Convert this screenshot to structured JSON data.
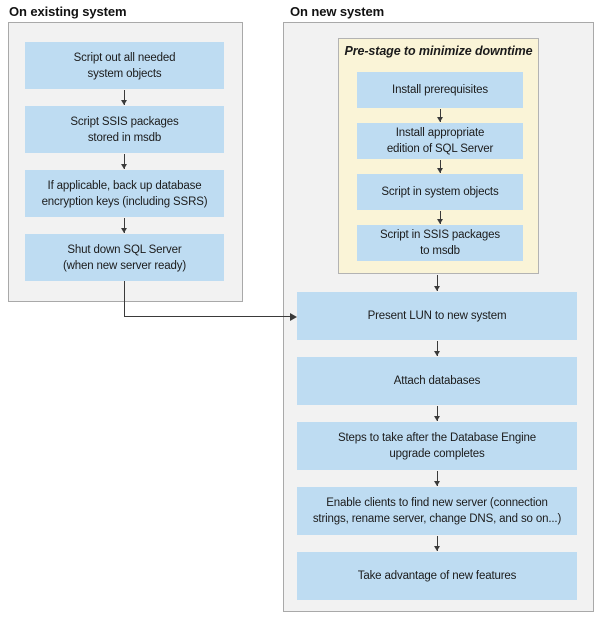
{
  "colors": {
    "step_box_blue": "#bedcf2",
    "panel_gray_bg": "#f2f2f2",
    "panel_border_gray": "#a9a9a9",
    "prestage_yellow_bg": "#faf4d7",
    "prestage_border": "#b3b3b3",
    "arrow": "#3a3a3a",
    "text": "#1b1b1b"
  },
  "existing_system": {
    "title": "On existing system",
    "steps": [
      "Script out all needed\nsystem objects",
      "Script SSIS packages\nstored in msdb",
      "If applicable, back up database\nencryption keys (including SSRS)",
      "Shut down SQL Server\n(when new server ready)"
    ]
  },
  "new_system": {
    "title": "On new system",
    "prestage": {
      "title": "Pre-stage to minimize downtime",
      "steps": [
        "Install prerequisites",
        "Install appropriate\nedition of SQL Server",
        "Script in system objects",
        "Script in SSIS packages\nto msdb"
      ]
    },
    "steps": [
      "Present LUN to new system",
      "Attach databases",
      "Steps to take after the Database Engine\nupgrade completes",
      "Enable clients to find new server (connection\nstrings, rename server, change DNS, and so on...)",
      "Take advantage of new features"
    ]
  }
}
